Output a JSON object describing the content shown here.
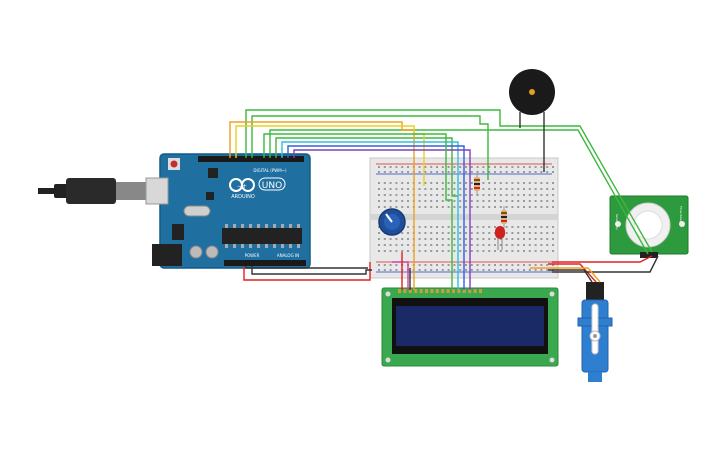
{
  "arduino": {
    "logo_text": "ARDUINO",
    "model": "UNO",
    "digital_label": "DIGITAL (PWM~)",
    "power_label": "POWER",
    "analog_label": "ANALOG IN"
  },
  "pir_sensor": {
    "label_left": "Sensitivity",
    "label_right": "Time delay"
  },
  "colors": {
    "board_blue": "#1f6fa0",
    "wire_red": "#e02020",
    "wire_black": "#333333",
    "wire_green": "#3db83d",
    "wire_orange": "#f0a020",
    "wire_yellow": "#e8d020",
    "wire_cyan": "#30c0e0",
    "wire_blue": "#3060e0",
    "wire_purple": "#8040c0",
    "wire_pink": "#d040a0",
    "lcd_green": "#3aa84f",
    "lcd_screen": "#1a2a66",
    "servo_blue": "#2f7fd0",
    "led_red": "#d02020"
  }
}
